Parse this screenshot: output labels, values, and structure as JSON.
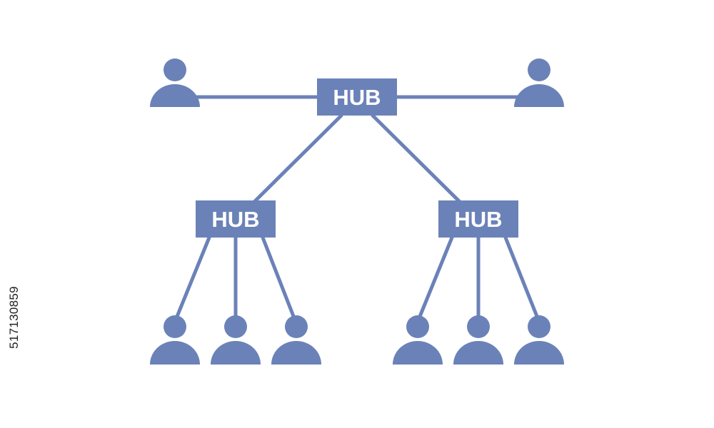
{
  "colors": {
    "background": "#ffffff",
    "primary": "#6b82b8",
    "label_text": "#ffffff",
    "side_text": "#222222"
  },
  "hubs": [
    {
      "id": "top",
      "label": "HUB"
    },
    {
      "id": "left",
      "label": "HUB"
    },
    {
      "id": "right",
      "label": "HUB"
    }
  ],
  "user_icon": "person-icon",
  "stock_id": "517130859"
}
